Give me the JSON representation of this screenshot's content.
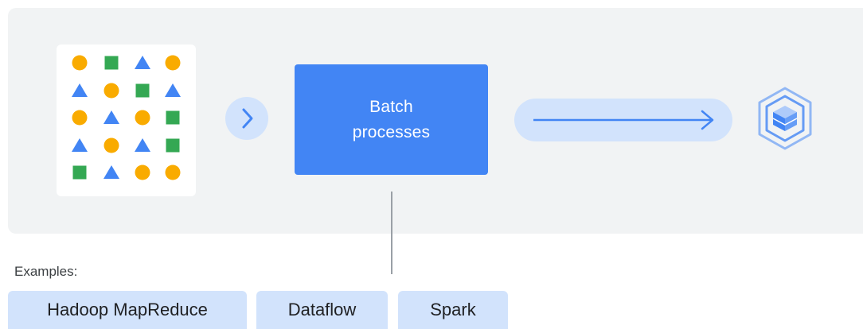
{
  "diagram": {
    "process_box": {
      "label": "Batch processes"
    },
    "examples_label": "Examples:",
    "examples": [
      "Hadoop MapReduce",
      "Dataflow",
      "Spark"
    ],
    "data_grid": {
      "rows": [
        [
          "circle-yellow",
          "square-green",
          "triangle-blue",
          "circle-yellow"
        ],
        [
          "triangle-blue",
          "circle-yellow",
          "square-green",
          "triangle-blue"
        ],
        [
          "circle-yellow",
          "triangle-blue",
          "circle-yellow",
          "square-green"
        ],
        [
          "triangle-blue",
          "circle-yellow",
          "triangle-blue",
          "square-green"
        ],
        [
          "square-green",
          "triangle-blue",
          "circle-yellow",
          "circle-yellow"
        ]
      ]
    },
    "icons": {
      "input": "mixed-data-grid-icon",
      "step": "chevron-right-icon",
      "flow": "arrow-right-icon",
      "output": "bigquery-hexagon-icon"
    },
    "colors": {
      "panel": "#f1f3f4",
      "process": "#4285f4",
      "light_blue": "#d2e3fc",
      "yellow": "#f9ab00",
      "green": "#34a853",
      "blue": "#4285f4"
    }
  }
}
